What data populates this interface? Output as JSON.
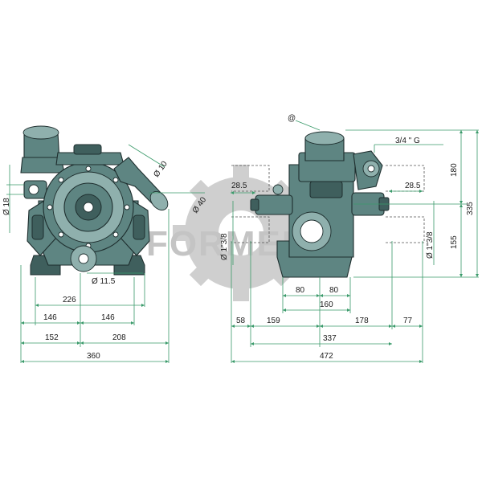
{
  "watermark": {
    "text": "FORMEL"
  },
  "front_view": {
    "labels": {
      "d10": "Ø 10",
      "d40": "Ø 40",
      "d18": "Ø 18",
      "d11_5": "Ø 11.5",
      "w226": "226",
      "w146a": "146",
      "w146b": "146",
      "w152": "152",
      "w208": "208",
      "w360": "360"
    }
  },
  "side_view": {
    "labels": {
      "at": "@",
      "g34": "3/4 \" G",
      "w28_5a": "28.5",
      "w28_5b": "28.5",
      "d1_38a": "Ø 1\"3/8",
      "d1_38b": "Ø 1\"3/8",
      "h155": "155",
      "h180": "180",
      "h335": "335",
      "w80a": "80",
      "w80b": "80",
      "w160": "160",
      "w58": "58",
      "w159": "159",
      "w178": "178",
      "w77": "77",
      "w337": "337",
      "w472": "472"
    }
  }
}
